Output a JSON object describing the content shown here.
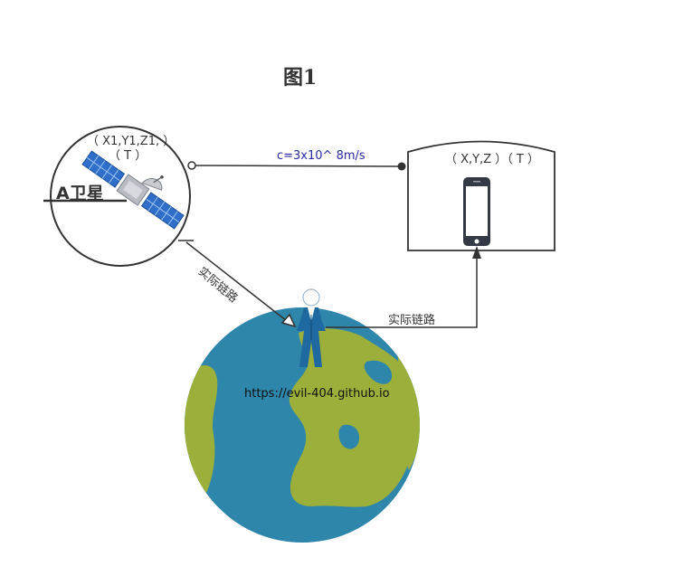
{
  "title": "图1",
  "satellite": {
    "coords": "（ X1,Y1,Z1, ）",
    "time": "（ T ）",
    "name": "A卫星"
  },
  "signal": {
    "speed_label": "c=3x10^ 8m/s"
  },
  "phone_box": {
    "coords": "（ X,Y,Z ）（ T ）"
  },
  "links": {
    "left_label": "实际链路",
    "right_label": "实际链路"
  },
  "watermark": "https://evil-404.github.io",
  "colors": {
    "ocean": "#2e86ab",
    "land": "#9caf3a",
    "person": "#1e6aa0",
    "solar_panel": "#2f6fc9",
    "speed_text": "#2a2aa8",
    "line": "#333333"
  },
  "icons": [
    "satellite-icon",
    "phone-icon",
    "person-icon",
    "earth-icon"
  ]
}
